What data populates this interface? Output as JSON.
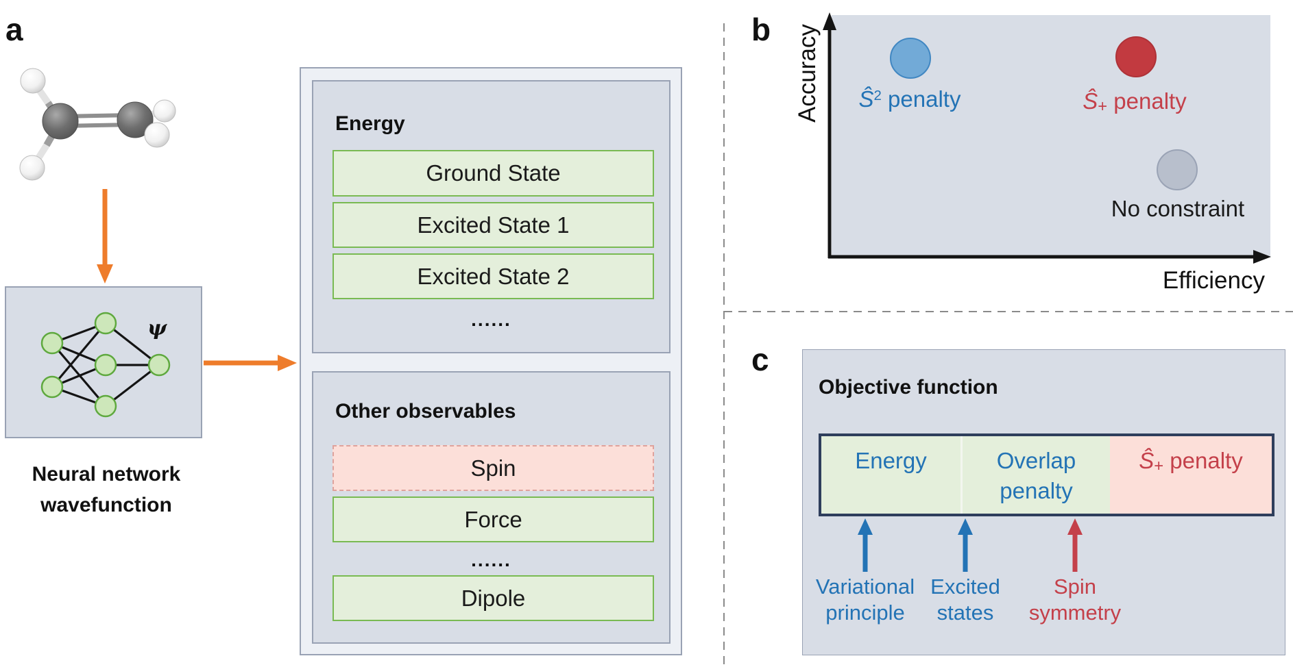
{
  "figure": {
    "panel_a": {
      "label": "a",
      "molecule": "ethylene-ball-and-stick-model",
      "psi": "ψ",
      "nn_caption": [
        "Neural network",
        "wavefunction"
      ],
      "energy_section": {
        "title": "Energy",
        "items": [
          "Ground State",
          "Excited State 1",
          "Excited State 2"
        ],
        "ellipsis": "......"
      },
      "observables_section": {
        "title": "Other observables",
        "items": [
          {
            "label": "Spin",
            "style": "pink"
          },
          {
            "label": "Force",
            "style": "green"
          },
          {
            "label": "......",
            "style": "ellipsis"
          },
          {
            "label": "Dipole",
            "style": "green"
          }
        ]
      }
    },
    "panel_b": {
      "label": "b",
      "y_axis_label": "Accuracy",
      "x_axis_label": "Efficiency",
      "points": [
        {
          "name": "s2-penalty",
          "label_base": "Ŝ",
          "label_script": "2",
          "script_type": "sup",
          "label_rest": " penalty",
          "color": "blue",
          "qualitative": {
            "accuracy": "high",
            "efficiency": "low"
          }
        },
        {
          "name": "s-plus-penalty",
          "label_base": "Ŝ",
          "label_script": "+",
          "script_type": "sub",
          "label_rest": " penalty",
          "color": "red",
          "qualitative": {
            "accuracy": "high",
            "efficiency": "high"
          }
        },
        {
          "name": "no-constraint",
          "label": "No constraint",
          "color": "gray",
          "qualitative": {
            "accuracy": "low",
            "efficiency": "high"
          }
        }
      ]
    },
    "panel_c": {
      "label": "c",
      "title": "Objective function",
      "terms": [
        {
          "label_lines": [
            "Energy"
          ],
          "style": "green-blue"
        },
        {
          "label_lines": [
            "Overlap",
            "penalty"
          ],
          "style": "green-blue"
        },
        {
          "label_base": "Ŝ",
          "label_script": "+",
          "label_rest": " penalty",
          "style": "pink-red"
        }
      ],
      "annotations": [
        {
          "lines": [
            "Variational",
            "principle"
          ],
          "color": "blue"
        },
        {
          "lines": [
            "Excited",
            "states"
          ],
          "color": "blue"
        },
        {
          "lines": [
            "Spin",
            "symmetry"
          ],
          "color": "red"
        }
      ]
    },
    "colors": {
      "orange_arrow": "#ee7c2b",
      "blue_text": "#2373b5",
      "red_text": "#c4404a",
      "panel_fill": "#d8dde6",
      "outer_fill": "#edf0f5",
      "green_fill": "#e4efdb",
      "green_border": "#79ba52",
      "pink_fill": "#fcdfd9",
      "pink_border": "#dfa29c",
      "navy_border": "#2e3e5c",
      "blue_dot": "#72aad7",
      "red_dot": "#c23a40",
      "gray_dot": "#b8bfcc"
    }
  }
}
